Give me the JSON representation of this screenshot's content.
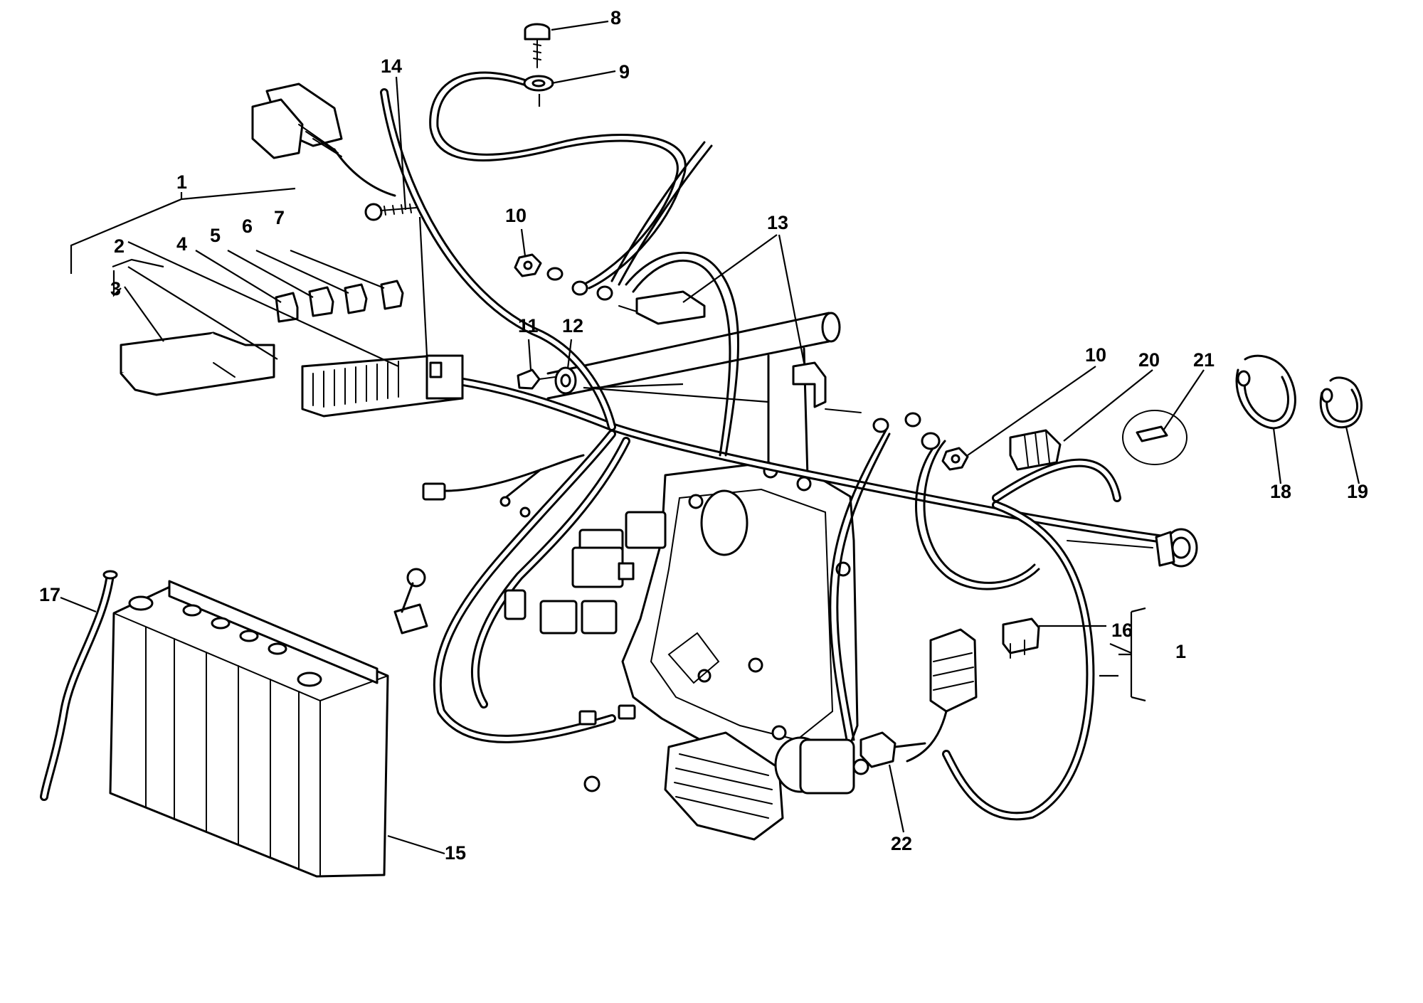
{
  "callouts": {
    "c1_top": "1",
    "c1_right": "1",
    "c2": "2",
    "c3": "3",
    "c4": "4",
    "c5": "5",
    "c6": "6",
    "c7": "7",
    "c8": "8",
    "c9": "9",
    "c10_left": "10",
    "c10_right": "10",
    "c11": "11",
    "c12": "12",
    "c13": "13",
    "c14": "14",
    "c15": "15",
    "c16": "16",
    "c17": "17",
    "c18": "18",
    "c19": "19",
    "c20": "20",
    "c21": "21",
    "c22": "22"
  }
}
